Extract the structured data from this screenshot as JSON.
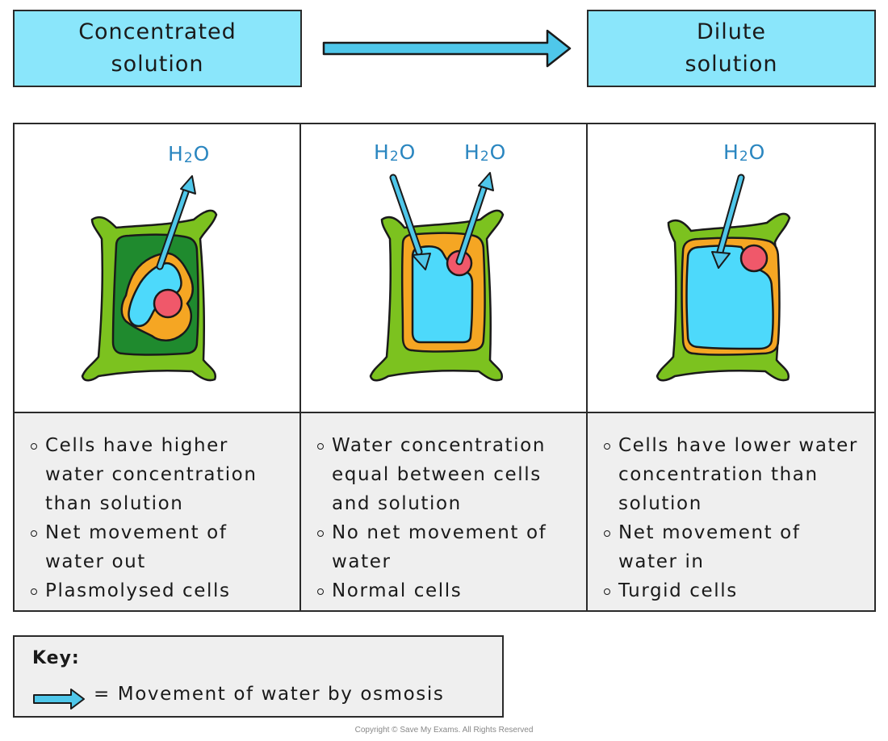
{
  "header": {
    "left_label": "Concentrated\nsolution",
    "left_label_line1": "Concentrated",
    "left_label_line2": "solution",
    "right_label_line1": "Dilute",
    "right_label_line2": "solution"
  },
  "colors": {
    "label_fill": "#8ae6fb",
    "arrow_fill": "#4fc7ea",
    "cell_wall": "#7cc21f",
    "plasmolysed_space": "#1f8a2e",
    "cytoplasm": "#f5a623",
    "vacuole": "#4dd9fb",
    "nucleus": "#f0586a",
    "h2o_text": "#2a86c0",
    "text_panel_bg": "#efefef"
  },
  "columns": [
    {
      "h2o_labels": [
        "H2O"
      ],
      "facts": [
        "Cells have higher water concentration than solution",
        "Net movement of water out",
        "Plasmolysed cells"
      ]
    },
    {
      "h2o_labels": [
        "H2O",
        "H2O"
      ],
      "facts": [
        "Water concentration equal between cells and solution",
        "No net movement of water",
        "Normal cells"
      ]
    },
    {
      "h2o_labels": [
        "H2O"
      ],
      "facts": [
        "Cells have lower water concentration than solution",
        "Net movement of water in",
        "Turgid cells"
      ]
    }
  ],
  "h2o": {
    "main": "H",
    "sub": "2",
    "tail": "O"
  },
  "key": {
    "title": "Key:",
    "entry": "= Movement of water by osmosis",
    "icon": "blue-arrow-icon"
  },
  "copyright": "Copyright © Save My Exams. All Rights Reserved"
}
